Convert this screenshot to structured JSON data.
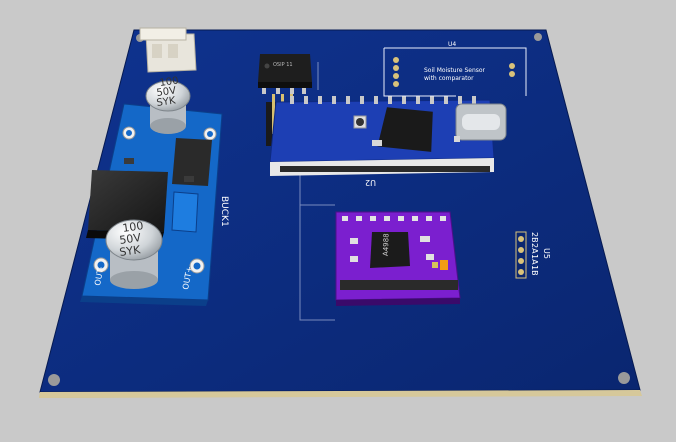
{
  "scene": {
    "background": "#c9c9c9",
    "board_color": "#0b2a7a",
    "board_edge_color": "#061a52"
  },
  "buck": {
    "designator": "BUCK1",
    "cap_top": [
      "100",
      "50V",
      "SYK"
    ],
    "cap_bottom": [
      "100",
      "50V",
      "SYK"
    ],
    "out_minus": "OUT-",
    "out_plus": "OUT+",
    "pcb_color": "#1468c8"
  },
  "relay": {
    "label": "OSIP 11"
  },
  "arduino": {
    "designator": "U2",
    "pcb_color": "#1d3fb4"
  },
  "sensor": {
    "designator": "U4",
    "title_line1": "Soil Moisture Sensor",
    "title_line2": "with comparator"
  },
  "driver": {
    "chip_label": "A4988",
    "pcb_color": "#7b1fcf"
  },
  "motor_header": {
    "designator": "U5",
    "pins": [
      "2B",
      "2A",
      "1A",
      "1B"
    ]
  }
}
